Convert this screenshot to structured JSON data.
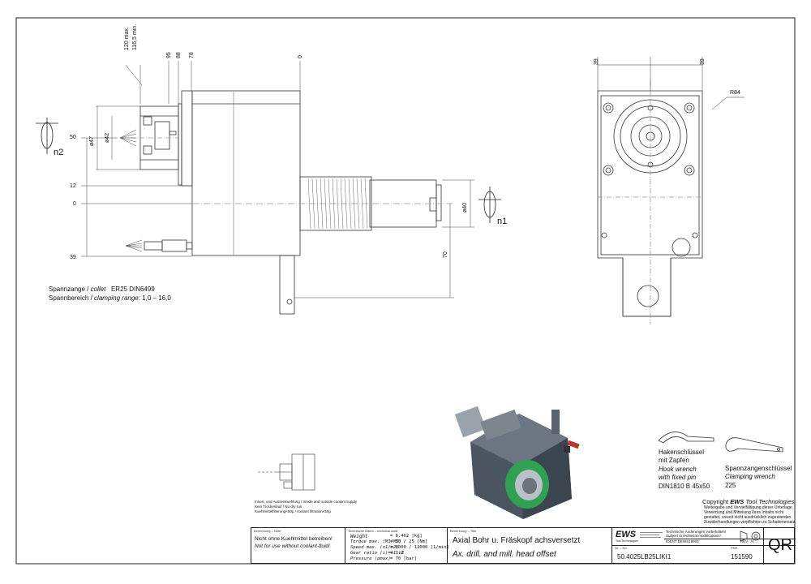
{
  "dims": {
    "d120": "120 max.",
    "d116": "116,5 min.",
    "d95": "95",
    "d88": "88",
    "d78": "78",
    "d0top": "0",
    "d50": "50",
    "d12": "12",
    "d0left": "0",
    "d39left": "39",
    "d47": "ø47",
    "d42": "ø42",
    "d40": "ø40",
    "d70": "70",
    "d39a": "39",
    "d39b": "39",
    "r84": "R84",
    "n1": "n1",
    "n2": "n2"
  },
  "collet": {
    "line1_a": "Spannzange / ",
    "line1_b": "collet",
    "line1_c": "ER25    DIN6499",
    "line2_a": "Spannbereich / ",
    "line2_b": "clamping range",
    "line2_c": ": 1,0 – 16,0"
  },
  "coolant": {
    "line1": "Innen- und Aussenkuehlung / Inside and outside coolant supply",
    "line2": "Kein Trockenlauf / No dry run",
    "line3": "Kuehlmittelfilterung<50µ / coolant filtration<50µ"
  },
  "hook_wrench": {
    "de1": "Hakenschlüssel",
    "de2": "mit Zapfen",
    "en1": "Hook wrench",
    "en2": "with fixed pin",
    "std": "DIN1810 B  45x50"
  },
  "clamp_wrench": {
    "de": "Spannzangenschlüssel",
    "en": "Clamping wrench",
    "size": "225"
  },
  "copyright": {
    "title_a": "Copyright ",
    "title_b": "EWS",
    "title_c": " Tool Technologies",
    "l1": "Weitergabe und Vervielfältigung dieser Unterlage,",
    "l2": "Verwertung und Mitteilung ihres Inhalts nicht",
    "l3": "gestattet, soweit nicht ausdrücklich zugestanden.",
    "l4": "Zuwiderhandlungen verpflichten zu Schadenersatz."
  },
  "titleblock": {
    "note_hdr": "Bemerkung – Note",
    "note1": "Nicht ohne Kuehlmittel betreiben!",
    "note2": "Not for use without coolant-fluid!",
    "tech_hdr": "Technische Daten – technical data",
    "weight_l": "Weight",
    "weight_v": "=  6.462 [kg]",
    "torque_l": "Torque max. (M1/M2)",
    "torque_v": "=  50 / 25 [Nm]",
    "speed_l": "Speed max.  (n1/n2)",
    "speed_v": "=  6000 / 12000 [1/min]",
    "gear_l": "Gear ratio  (i)=n1:n2",
    "gear_v": "=  1:2",
    "press_l": "Pressure    (pmax)",
    "press_v": "=  70 [bar]",
    "title_hdr": "Benennung – Title",
    "title_de": "Axial Bohr u. Fräskopf achsversetzt",
    "title_en": "Ax. drill. and mill. head offset",
    "logo": "EWS",
    "logo_sub": "Tool Technologies",
    "rights1": "Technische Änderungen vorbehalten!",
    "rights2": "Subject to technical modifications!",
    "ident": "IDENT  DEWS19903",
    "rev": "REV.  :/A",
    "no_hdr": "Nr. – No.",
    "partno": "50.4025LB25LIKI1",
    "pnr_hdr": "PNR",
    "pnr": "151590",
    "qr": "QR"
  }
}
